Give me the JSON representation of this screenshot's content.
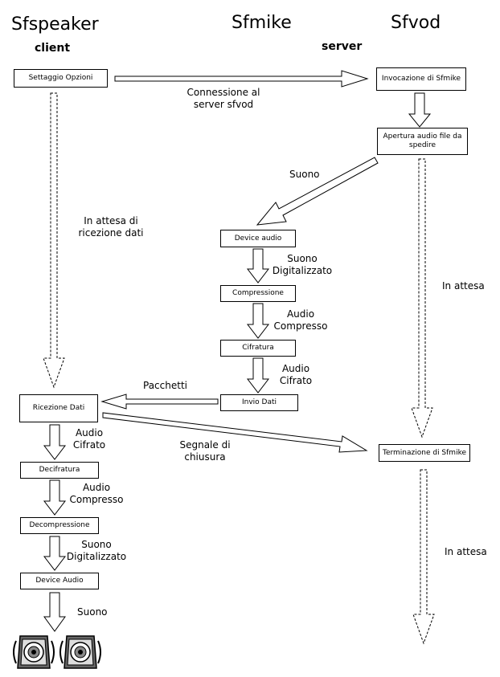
{
  "headers": {
    "client_title": "Sfspeaker",
    "client_sub": "client",
    "mid_title": "Sfmike",
    "server_title": "Sfvod",
    "server_sub": "server"
  },
  "boxes": {
    "settaggio": "Settaggio Opzioni",
    "invocazione": "Invocazione di Sfmike",
    "apertura": "Apertura audio file da spedire",
    "device_audio_mid": "Device audio",
    "compressione": "Compressione",
    "cifratura": "Cifratura",
    "invio": "Invio Dati",
    "ricezione": "Ricezione Dati",
    "terminazione": "Terminazione di Sfmike",
    "decifratura": "Decifratura",
    "decompressione": "Decompressione",
    "device_audio_client": "Device Audio"
  },
  "labels": {
    "connessione": "Connessione al server sfvod",
    "suono_top": "Suono",
    "attesa_client": "In attesa di ricezione dati",
    "suono_dig_mid": "Suono Digitalizzato",
    "audio_compr_mid": "Audio Compresso",
    "audio_cifr_mid": "Audio Cifrato",
    "pacchetti": "Pacchetti",
    "in_attesa_1": "In attesa",
    "segnale": "Segnale di chiusura",
    "audio_cifr_client": "Audio Cifrato",
    "audio_compr_client": "Audio Compresso",
    "suono_dig_client": "Suono Digitalizzato",
    "in_attesa_2": "In attesa",
    "suono_bottom": "Suono"
  }
}
